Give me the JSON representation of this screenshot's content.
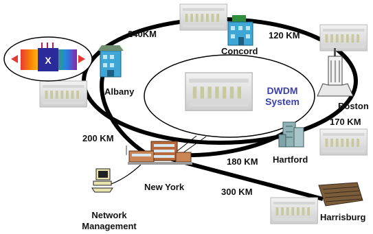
{
  "cities": {
    "concord": "Concord",
    "albany": "Albany",
    "boston": "Boston",
    "hartford": "Hartford",
    "new_york": "New York",
    "harrisburg": "Harrisburg"
  },
  "links": {
    "albany_concord": "240KM",
    "concord_boston": "120 KM",
    "boston_hartford": "170 KM",
    "albany_newyork": "200 KM",
    "hartford_newyork": "180 KM",
    "newyork_harrisburg": "300 KM"
  },
  "dwdm": {
    "line1": "DWDM",
    "line2": "System"
  },
  "network_management": {
    "line1": "Network",
    "line2": "Management"
  },
  "colors": {
    "ring": "#000000",
    "dwdm_text": "#3a3fb0",
    "rack": "#e4e4e4",
    "building_blue": "#3fa7d6",
    "roof_green": "#2f8f3e",
    "brick": "#b86a3c"
  }
}
